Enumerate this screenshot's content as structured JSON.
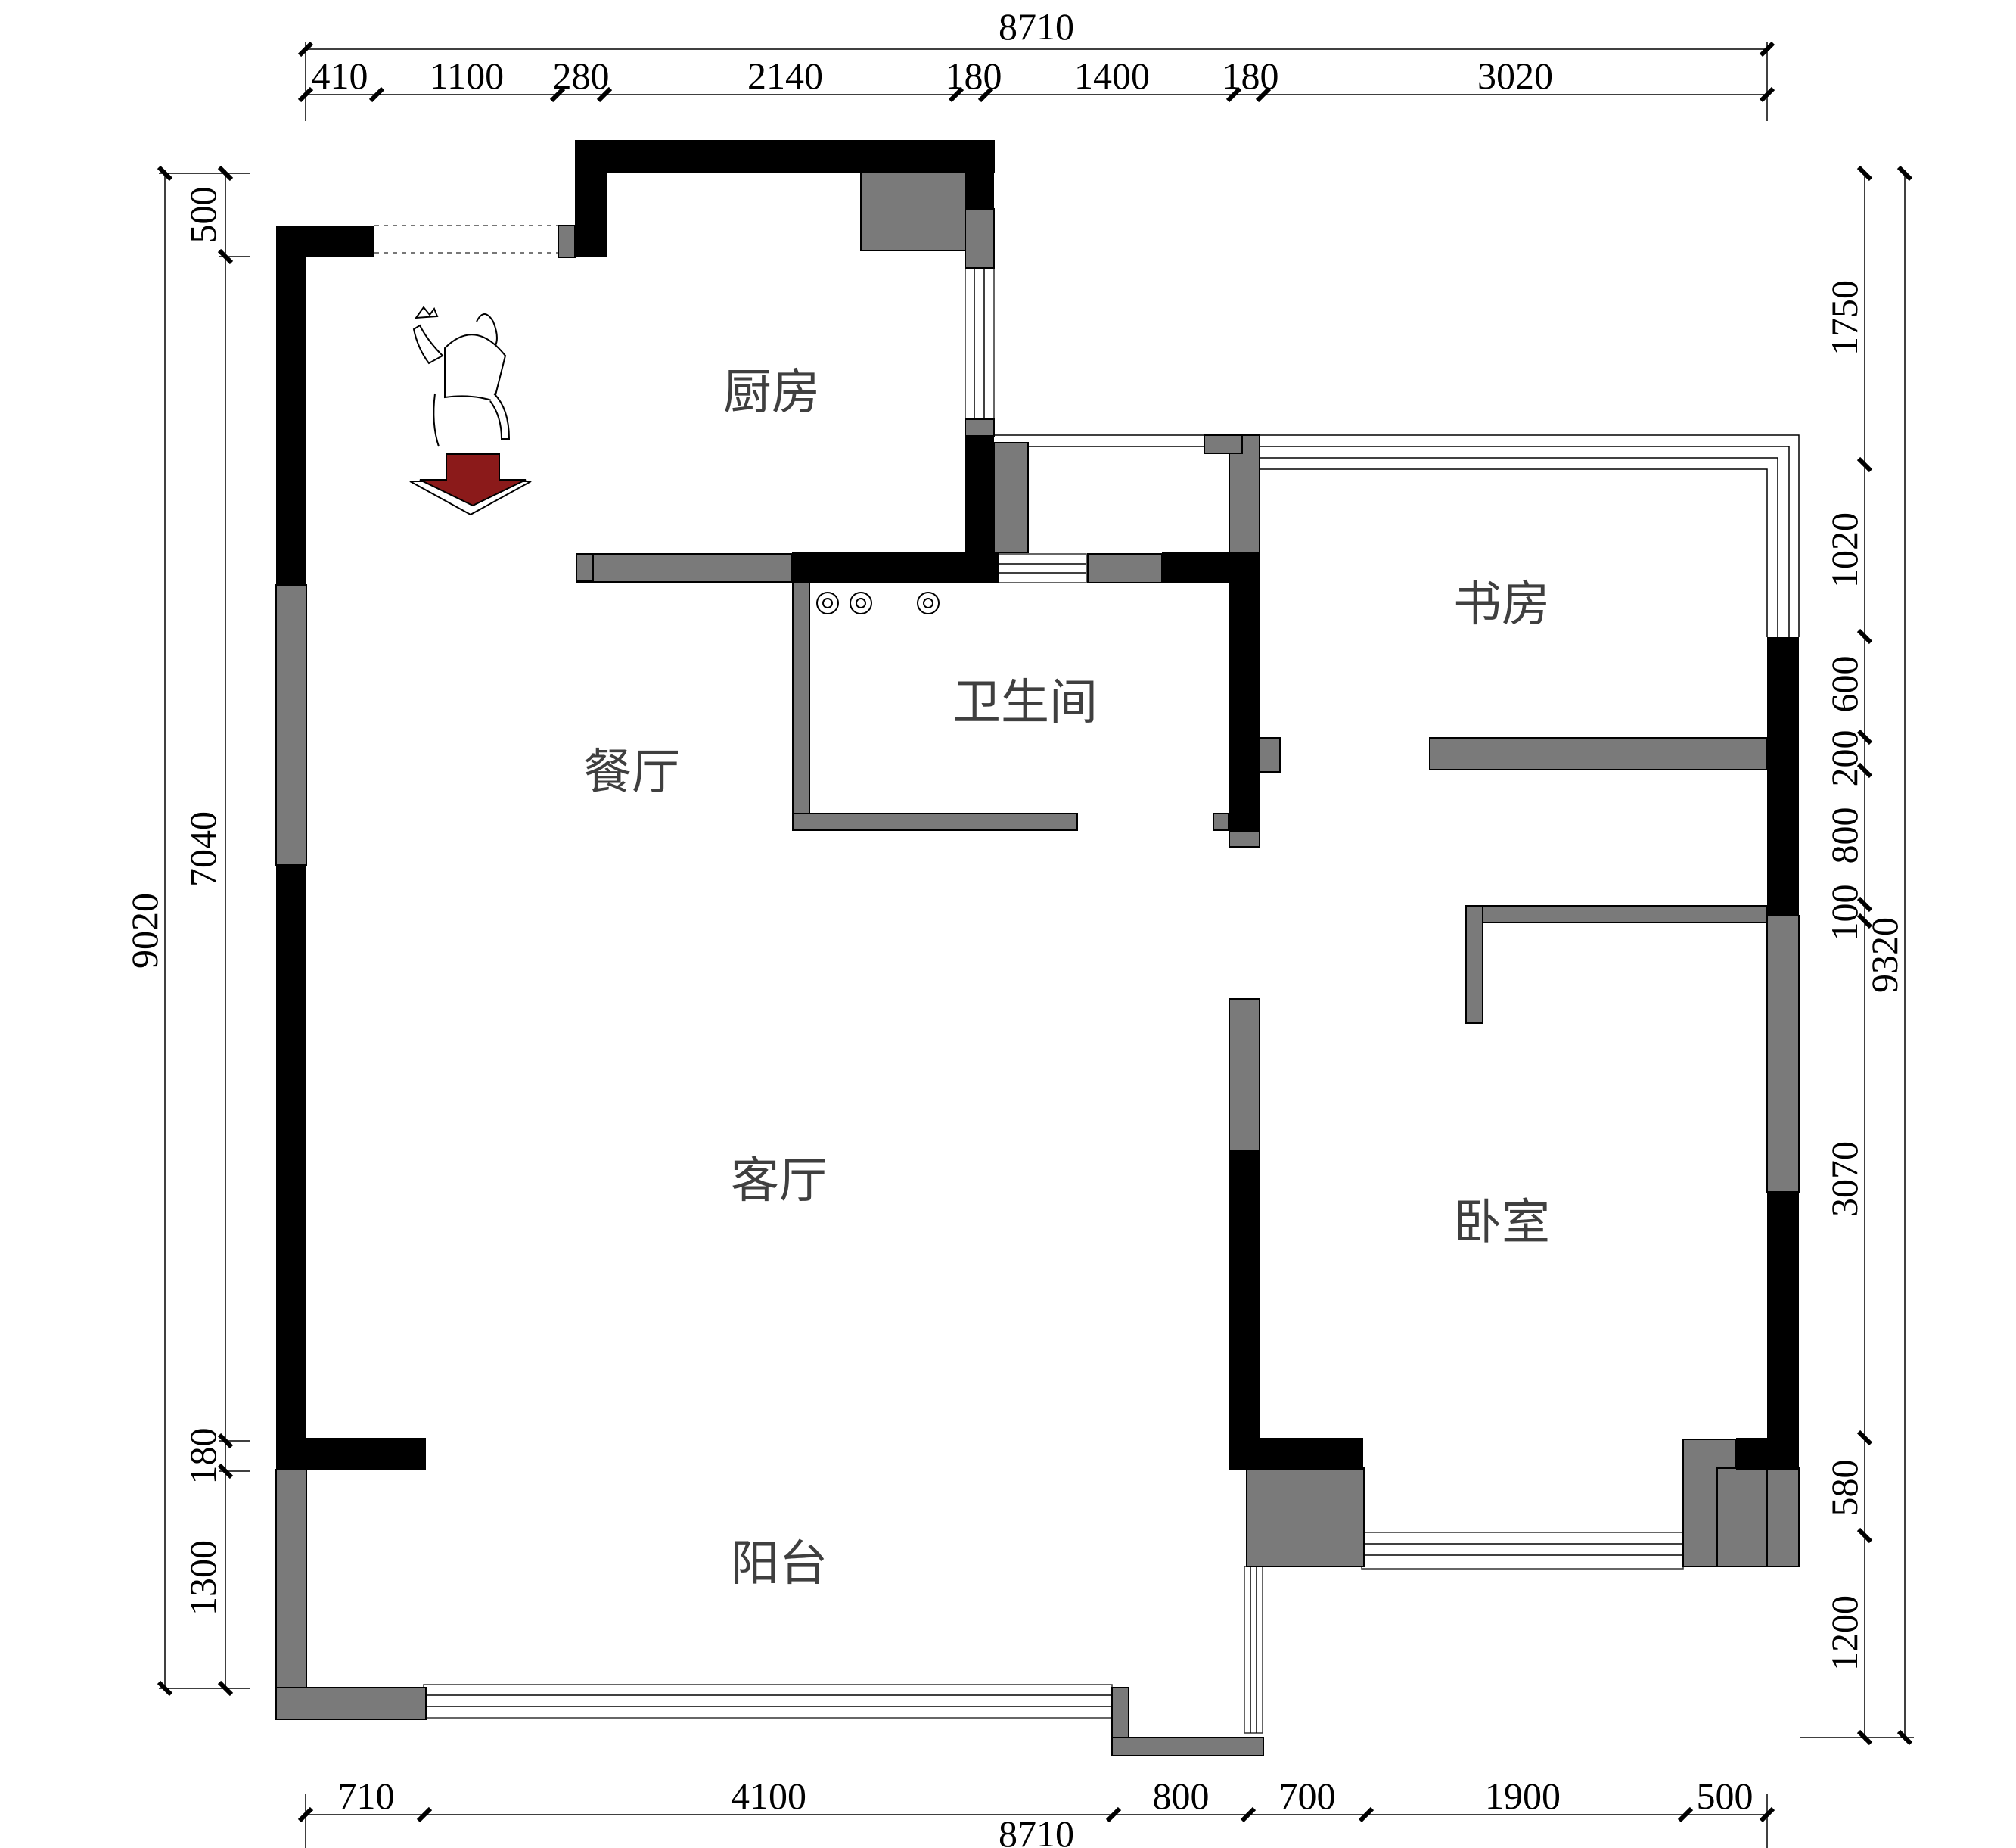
{
  "rooms": {
    "kitchen": "厨房",
    "dining": "餐厅",
    "bathroom": "卫生间",
    "study": "书房",
    "living": "客厅",
    "bedroom": "卧室",
    "balcony": "阳台"
  },
  "dimensions": {
    "top_total": "8710",
    "top_segments": [
      "410",
      "1100",
      "280",
      "2140",
      "180",
      "1400",
      "180",
      "3020"
    ],
    "bottom_total": "8710",
    "bottom_segments": [
      "710",
      "4100",
      "800",
      "700",
      "1900",
      "500"
    ],
    "left_outer": "9020",
    "left_inner": [
      "500",
      "7040",
      "180",
      "1300"
    ],
    "right_outer": "9320",
    "right_inner": [
      "1750",
      "1020",
      "600",
      "200",
      "800",
      "100",
      "3070",
      "580",
      "1200"
    ]
  },
  "colors": {
    "wall": "#000000",
    "column": "#7a7a7a",
    "room_label": "#3f3f3f",
    "entry_arrow": "#8b1a1a"
  },
  "icons": {
    "entry_arrow": "entry-arrow-icon",
    "person": "person-icon"
  }
}
